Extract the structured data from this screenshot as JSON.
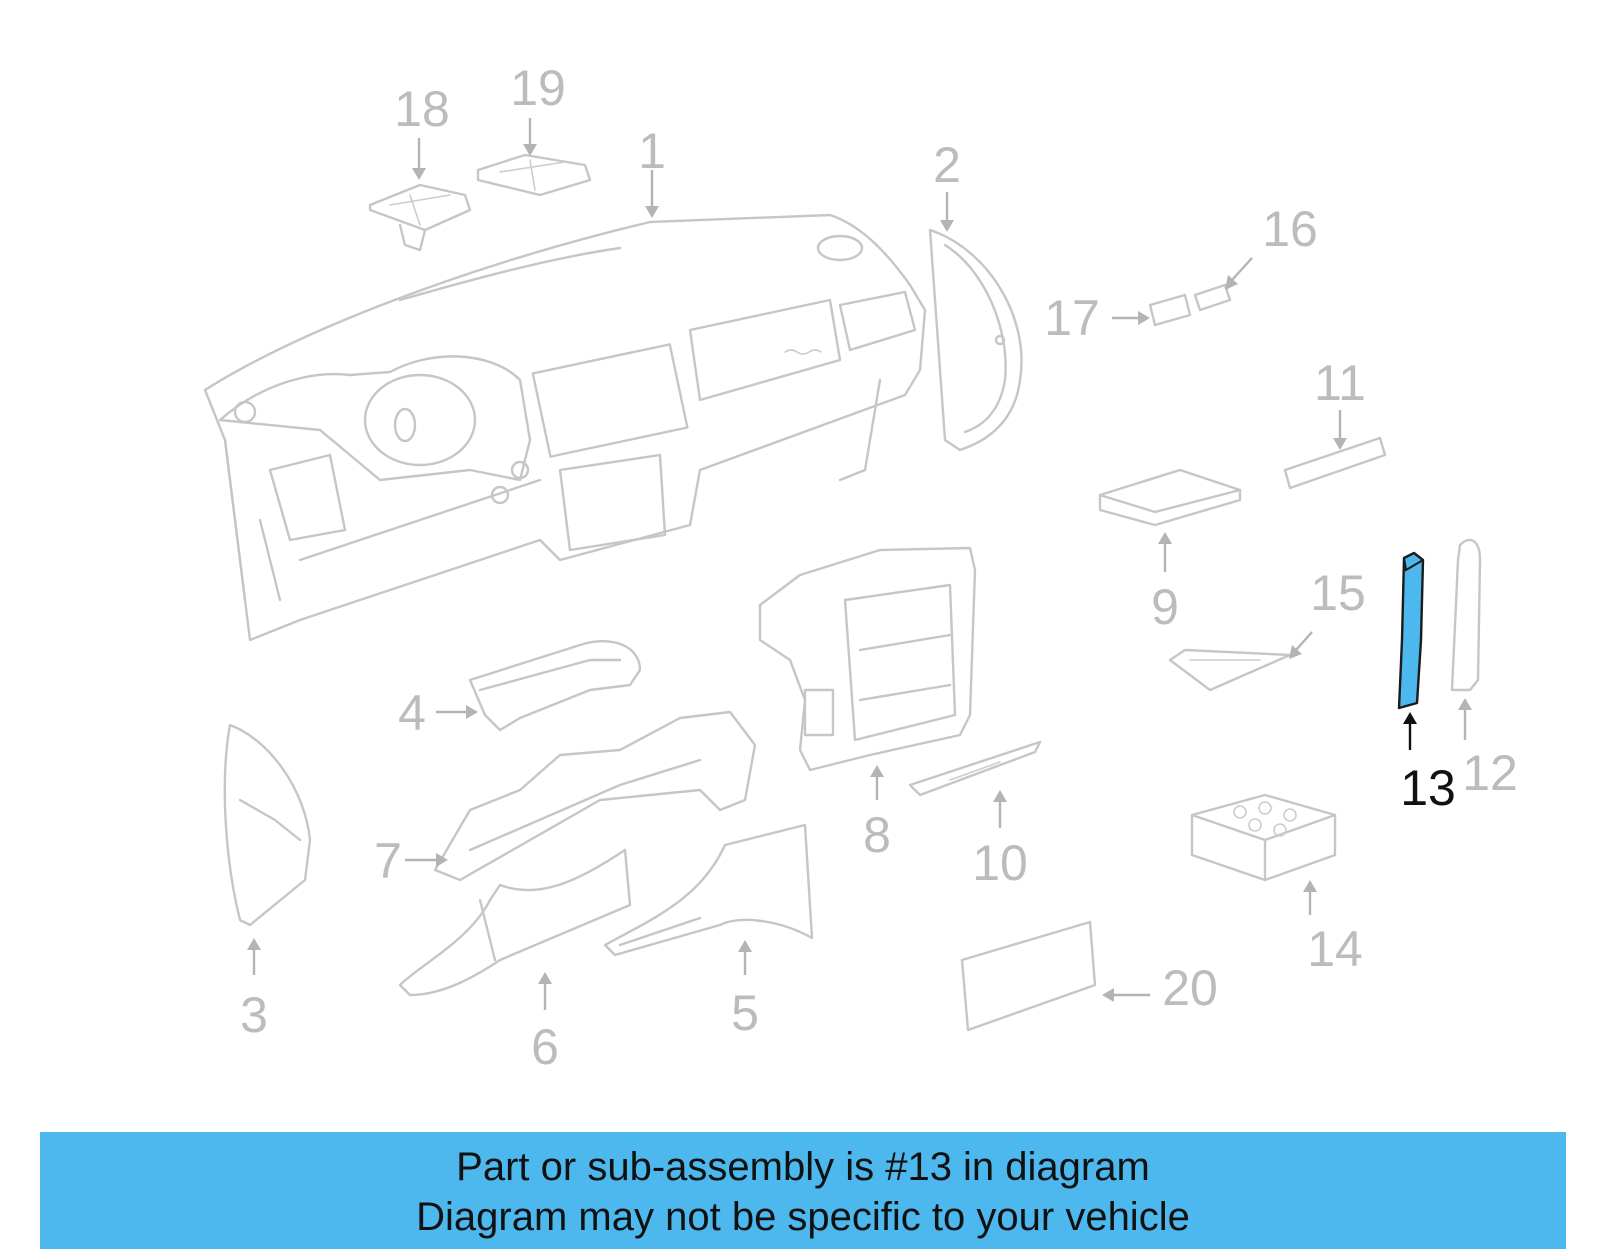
{
  "callouts": [
    {
      "id": "1",
      "label": "1"
    },
    {
      "id": "2",
      "label": "2"
    },
    {
      "id": "3",
      "label": "3"
    },
    {
      "id": "4",
      "label": "4"
    },
    {
      "id": "5",
      "label": "5"
    },
    {
      "id": "6",
      "label": "6"
    },
    {
      "id": "7",
      "label": "7"
    },
    {
      "id": "8",
      "label": "8"
    },
    {
      "id": "9",
      "label": "9"
    },
    {
      "id": "10",
      "label": "10"
    },
    {
      "id": "11",
      "label": "11"
    },
    {
      "id": "12",
      "label": "12"
    },
    {
      "id": "13",
      "label": "13"
    },
    {
      "id": "14",
      "label": "14"
    },
    {
      "id": "15",
      "label": "15"
    },
    {
      "id": "16",
      "label": "16"
    },
    {
      "id": "17",
      "label": "17"
    },
    {
      "id": "18",
      "label": "18"
    },
    {
      "id": "19",
      "label": "19"
    },
    {
      "id": "20",
      "label": "20"
    }
  ],
  "highlighted_part": "13",
  "colors": {
    "highlight": "#4cb8ee",
    "banner": "#4cb8ee",
    "part_stroke": "#c6c6c6",
    "active_label": "#111111",
    "inactive_label": "#bcbcbc"
  },
  "banner": {
    "line1": "Part or sub-assembly is #13 in diagram",
    "line2": "Diagram may not be specific to your vehicle"
  }
}
